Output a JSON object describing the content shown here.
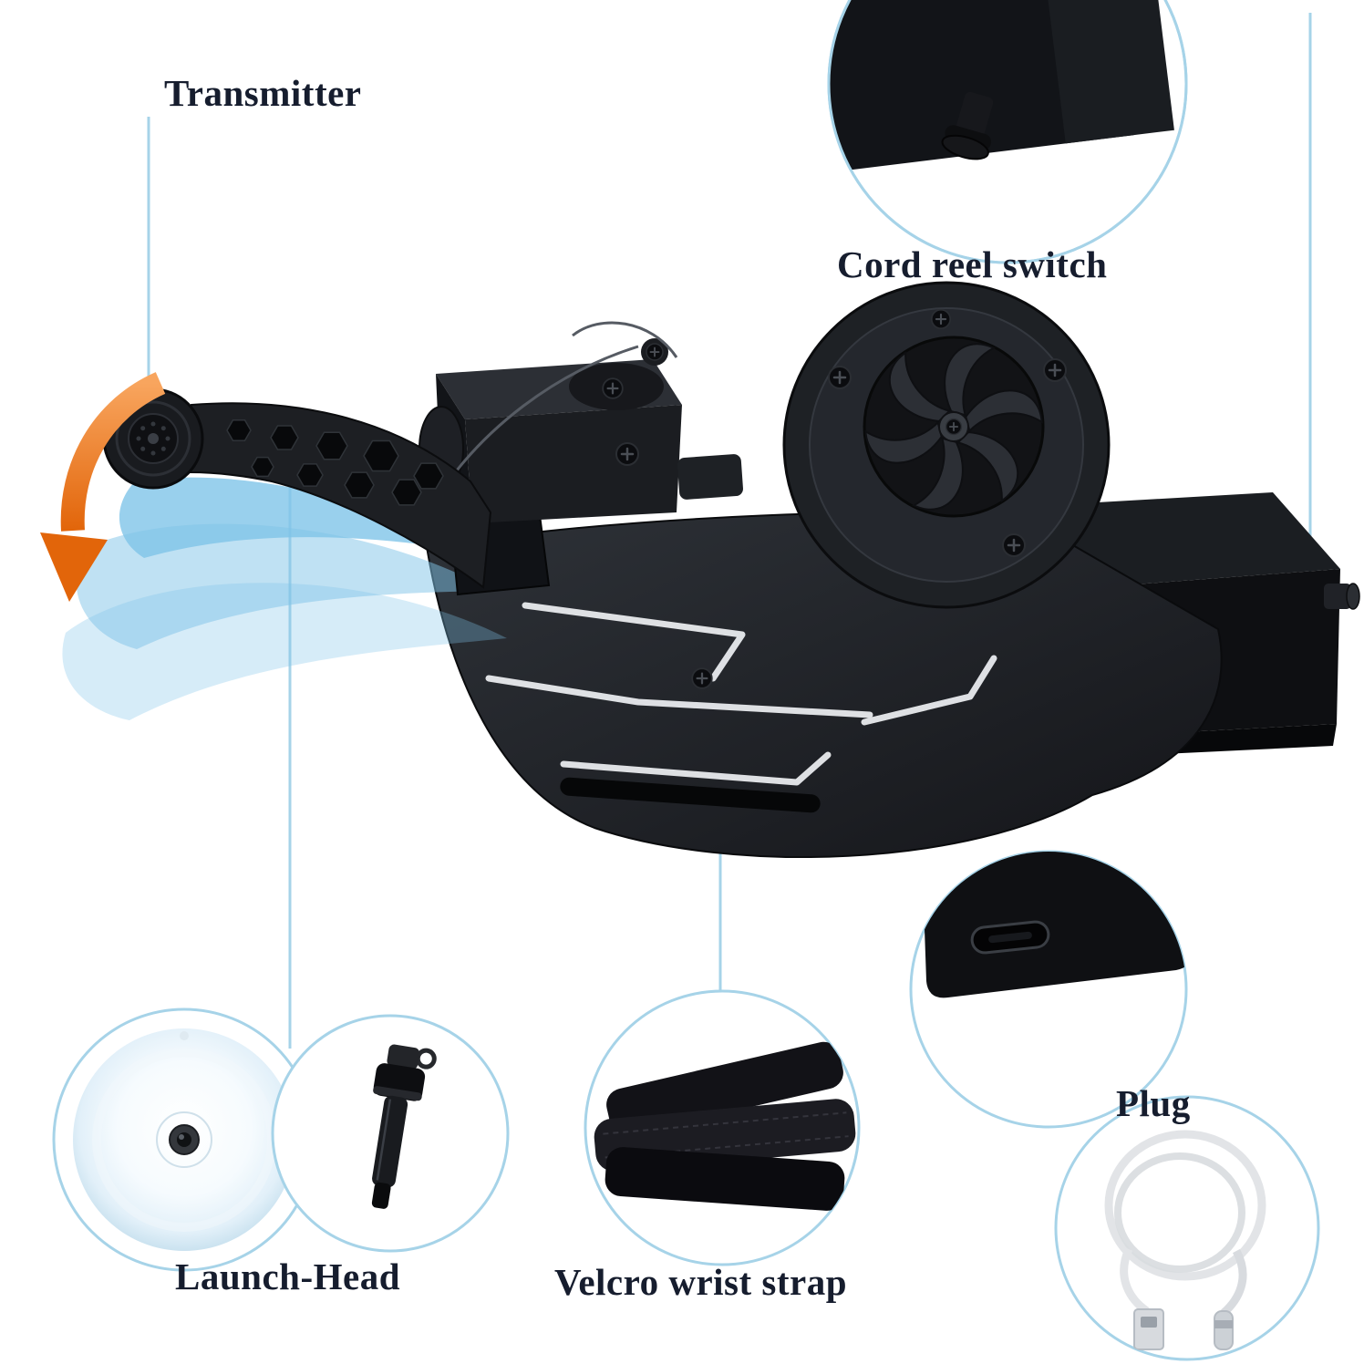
{
  "figure": {
    "type": "annotated-product-diagram",
    "background": "#ffffff"
  },
  "callouts": {
    "transmitter": {
      "label": "Transmitter"
    },
    "cord_reel_switch": {
      "label": "Cord reel switch"
    },
    "launch_head": {
      "label": "Launch-Head"
    },
    "velcro_wrist_strap": {
      "label": "Velcro wrist strap"
    },
    "plug": {
      "label": "Plug"
    }
  },
  "colors": {
    "callout_line": "#a6d3e8",
    "circle_border": "#a6d3e8",
    "label_text": "#161d2e",
    "arrow_orange": "#e2650a",
    "swoosh_blue": "#7fc4e8",
    "product_body": "#17191d"
  }
}
